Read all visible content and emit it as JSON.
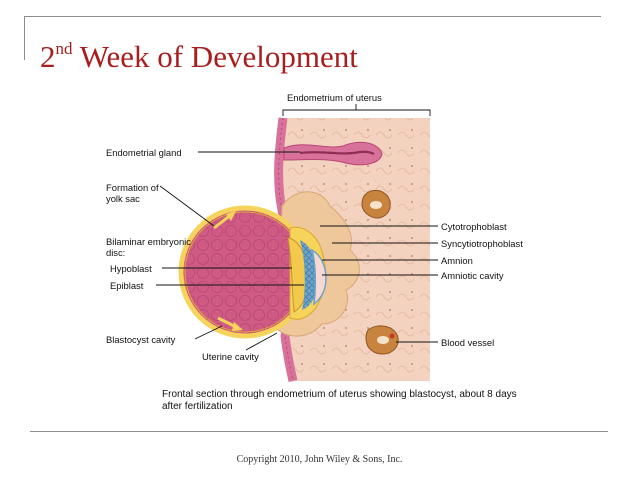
{
  "slide": {
    "title_number": "2",
    "title_suffix": "nd",
    "title_rest": " Week of Development",
    "copyright": "Copyright 2010, John Wiley & Sons, Inc."
  },
  "diagram": {
    "labels": {
      "endometrium": "Endometrium of uterus",
      "endometrial_gland": "Endometrial gland",
      "formation_yolk_sac": "Formation of yolk sac",
      "bilaminar_disc": "Bilaminar embryonic disc:",
      "hypoblast": "Hypoblast",
      "epiblast": "Epiblast",
      "blastocyst_cavity": "Blastocyst cavity",
      "uterine_cavity": "Uterine cavity",
      "cytotrophoblast": "Cytotrophoblast",
      "syncytiotrophoblast": "Syncytiotrophoblast",
      "amnion": "Amnion",
      "amniotic_cavity": "Amniotic cavity",
      "blood_vessel": "Blood vessel"
    },
    "caption": "Frontal section through endometrium of uterus showing blastocyst, about 8 days after fertilization",
    "colors": {
      "title": "#a81e1e",
      "endometrium": "#f3d3bf",
      "epithelium": "#d9729a",
      "blastocyst_cavity": "#cf5b84",
      "cytotrophoblast": "#f6d35a",
      "syncytiotrophoblast": "#eec79a",
      "epiblast": "#6fa3c8",
      "hypoblast": "#f2c94c",
      "blood_vessel": "#c8843e"
    }
  }
}
